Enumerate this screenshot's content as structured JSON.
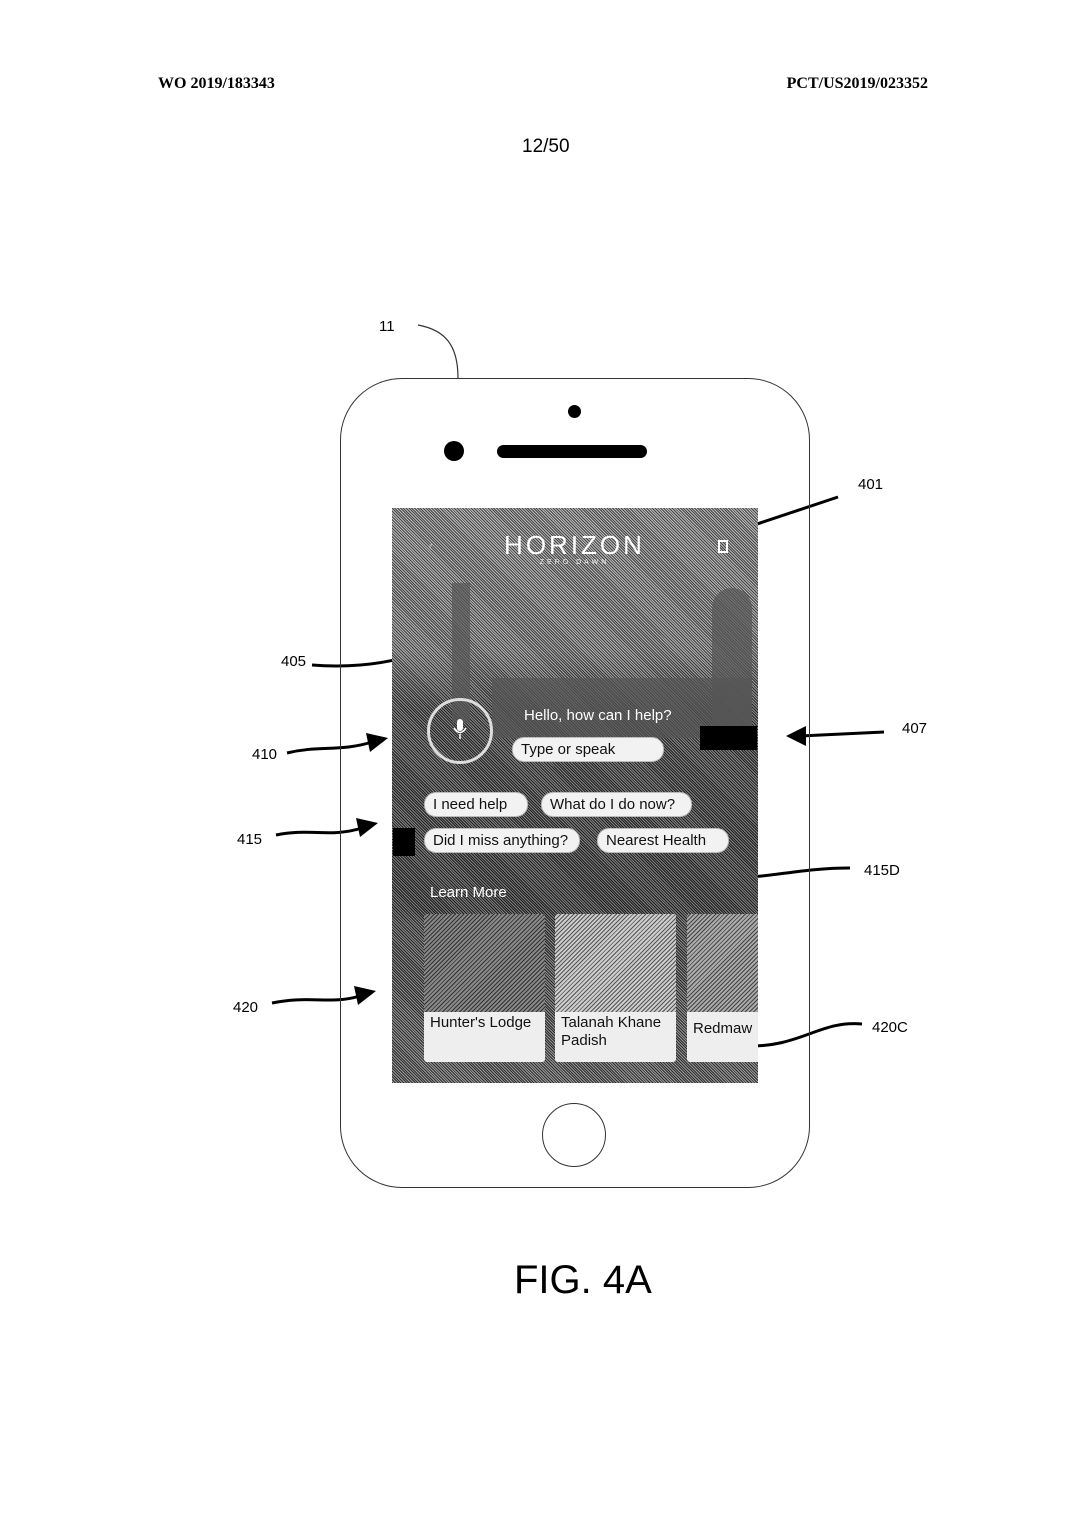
{
  "header": {
    "left": "WO 2019/183343",
    "right": "PCT/US2019/023352",
    "page": "12/50"
  },
  "figure_label": "FIG. 4A",
  "refs": {
    "device": "11",
    "r401": "401",
    "r405": "405",
    "r407": "407",
    "r410": "410",
    "r415": "415",
    "r415d": "415D",
    "r420": "420",
    "r420c": "420C"
  },
  "app": {
    "logo": "HORIZON",
    "logo_sub": "ZERO DAWN",
    "greeting": "Hello, how can I help?",
    "input_placeholder": "Type or speak",
    "chips": [
      "I need help",
      "What do I do now?",
      "Did I miss anything?",
      "Nearest Health"
    ],
    "section_title": "Learn More",
    "cards": [
      "Hunter's Lodge",
      "Talanah Khane Padish",
      "Redmaw"
    ]
  }
}
